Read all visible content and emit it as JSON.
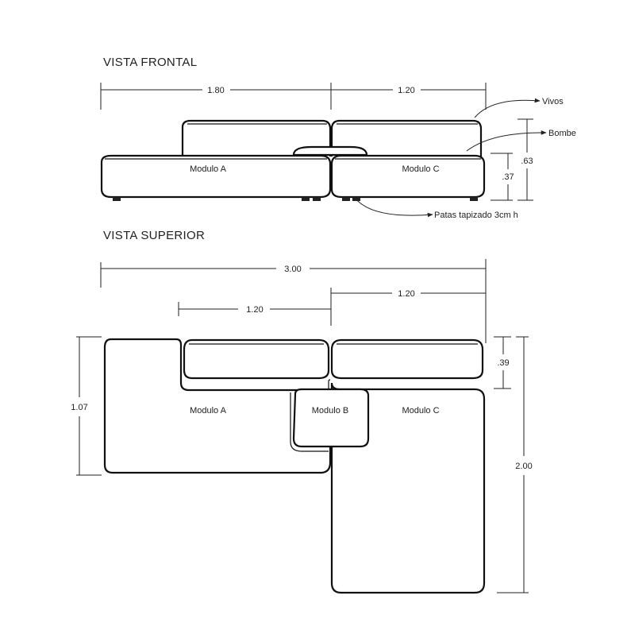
{
  "front_view": {
    "title": "VISTA FRONTAL",
    "dims": {
      "width_a": "1.80",
      "width_c": "1.20",
      "total_height": ".63",
      "seat_height": ".37"
    },
    "modules": {
      "a": "Modulo A",
      "c": "Modulo C"
    },
    "callouts": {
      "piping": "Vivos",
      "crown": "Bombe",
      "legs": "Patas tapizado 3cm h"
    }
  },
  "top_view": {
    "title": "VISTA SUPERIOR",
    "dims": {
      "total_width": "3.00",
      "back_a": "1.20",
      "back_c": "1.20",
      "depth_a": "1.07",
      "back_depth": ".39",
      "depth_c": "2.00"
    },
    "modules": {
      "a": "Modulo A",
      "b": "Modulo B",
      "c": "Modulo C"
    }
  }
}
